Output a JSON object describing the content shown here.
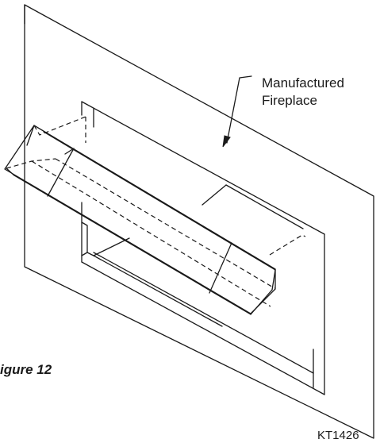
{
  "callout": {
    "line1": "Manufactured",
    "line2": "Fireplace"
  },
  "figure_caption": "igure 12",
  "drawing_code": "KT1426",
  "colors": {
    "stroke": "#1a1a1a",
    "background": "#ffffff"
  }
}
